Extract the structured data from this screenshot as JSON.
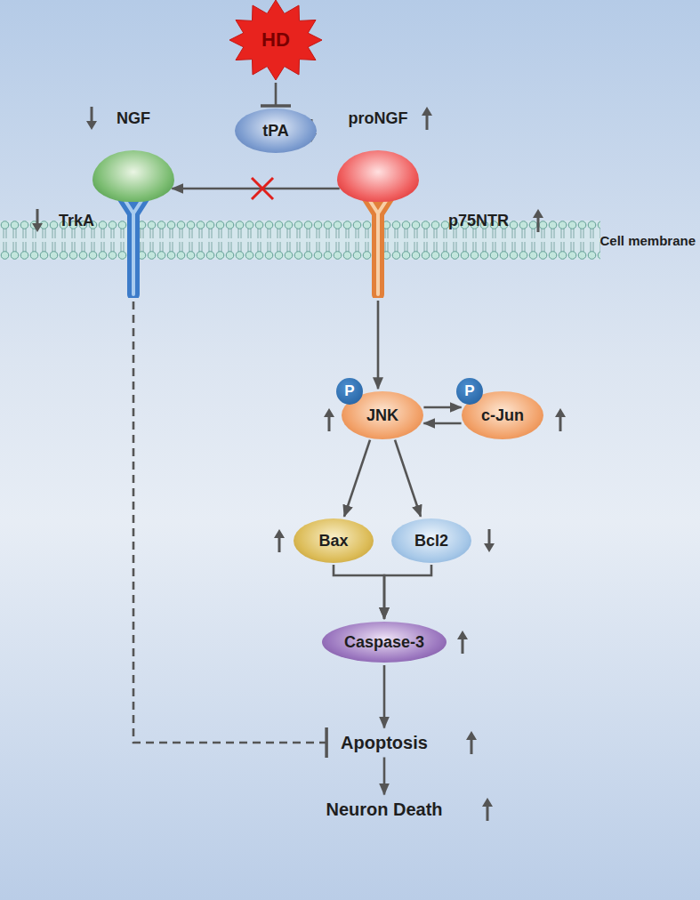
{
  "diagram": {
    "nodes": [
      {
        "text": [
          "HD"
        ]
      },
      {
        "text": [
          "tPA"
        ]
      },
      {
        "text": [
          "NGF"
        ]
      },
      {
        "text": [
          "proNGF"
        ]
      },
      {
        "text": [
          "TrkA"
        ]
      },
      {
        "text": [
          "p75NTR"
        ]
      },
      {
        "text": [
          "JNK"
        ]
      },
      {
        "text": [
          "c-Jun"
        ]
      },
      {
        "text": [
          "Bax"
        ]
      },
      {
        "text": [
          "Bcl2"
        ]
      },
      {
        "text": [
          "Caspase-3"
        ]
      },
      {
        "text": [
          "Apoptosis"
        ]
      },
      {
        "text": [
          "Neuron Death"
        ]
      }
    ],
    "edges": [
      {
        "from": 0,
        "to": 1,
        "arrow": "to"
      },
      {
        "from": 3,
        "to": 2,
        "arrow": "to"
      },
      {
        "from": 5,
        "to": 6,
        "arrow": "to"
      },
      {
        "from": 6,
        "to": 7,
        "arrow": "to"
      },
      {
        "from": 7,
        "to": 6,
        "arrow": "to"
      },
      {
        "from": 6,
        "to": 8,
        "arrow": "to"
      },
      {
        "from": 6,
        "to": 9,
        "arrow": "to"
      },
      {
        "from": 8,
        "to": 10,
        "arrow": "to"
      },
      {
        "from": 9,
        "to": 10,
        "arrow": "to"
      },
      {
        "from": 10,
        "to": 11,
        "arrow": "to"
      },
      {
        "from": 4,
        "to": 11,
        "arrow": "to"
      },
      {
        "from": 11,
        "to": 12,
        "arrow": "to"
      }
    ],
    "labels": [
      "P",
      "P",
      "Cell membrane"
    ]
  }
}
